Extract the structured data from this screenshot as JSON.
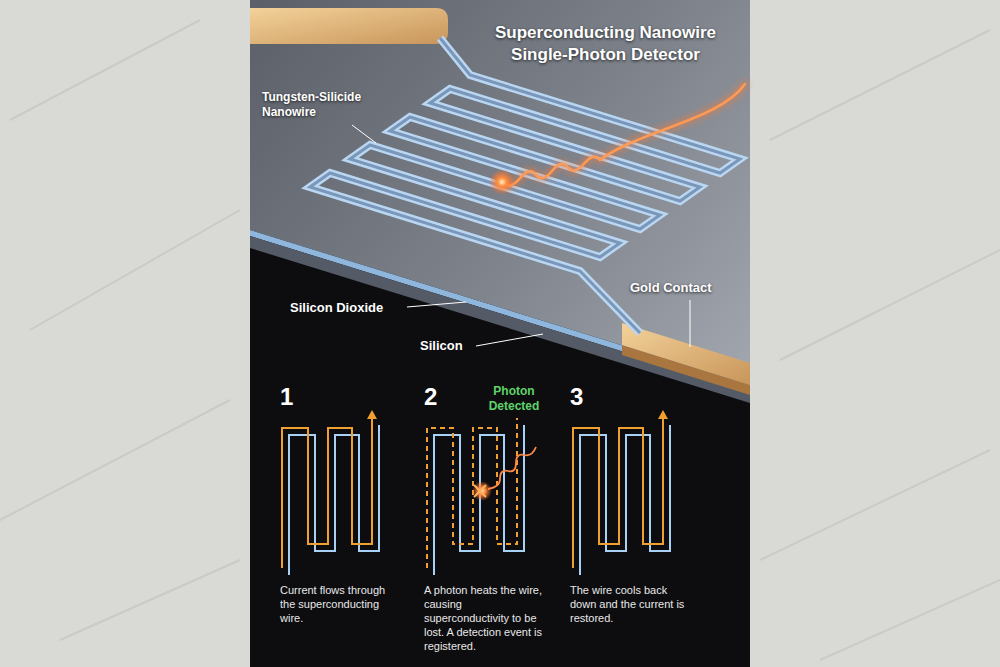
{
  "diagram": {
    "title": "Superconducting Nanowire Single-Photon Detector",
    "labels": [
      "Tungsten-Silicide Nanowire",
      "Silicon Dioxide",
      "Silicon",
      "Gold Contact",
      "1",
      "2",
      "Photon Detected",
      "3",
      "Current flows through the superconducting wire.",
      "A photon heats the wire, causing superconductivity to be lost. A detection event is registered.",
      "The wire cools back down and the current is restored."
    ]
  }
}
